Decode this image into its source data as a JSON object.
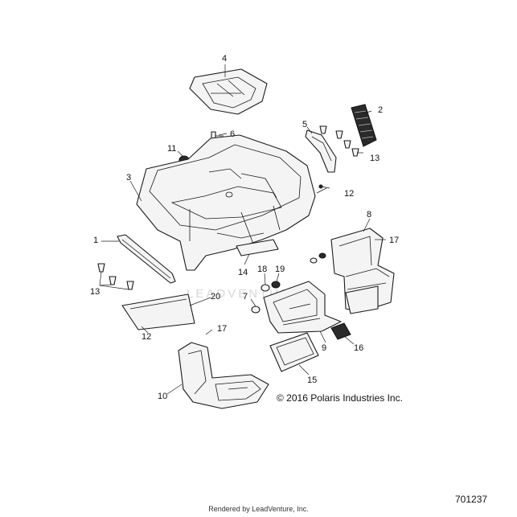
{
  "callouts": [
    "1",
    "2",
    "3",
    "4",
    "5",
    "6",
    "7",
    "8",
    "9",
    "10",
    "11",
    "12",
    "12",
    "13",
    "13",
    "14",
    "15",
    "16",
    "17",
    "17",
    "18",
    "19",
    "20"
  ],
  "copyright": "© 2016 Polaris Industries Inc.",
  "diagram_number": "701237",
  "rendered_by": "Rendered by LeadVenture, Inc.",
  "watermark": "LEADVENTURE"
}
